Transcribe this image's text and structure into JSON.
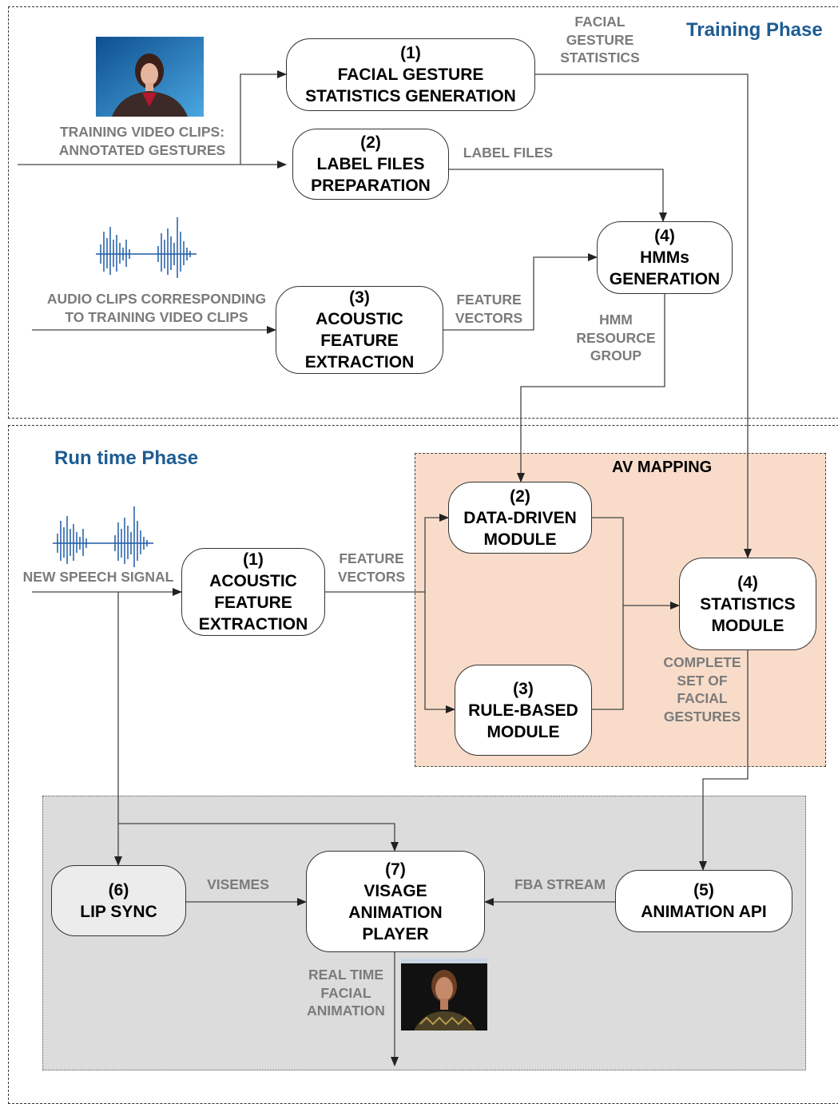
{
  "training_phase": {
    "title": "Training Phase",
    "inputs": {
      "video_label": [
        "TRAINING VIDEO CLIPS:",
        "ANNOTATED GESTURES"
      ],
      "audio_label": [
        "AUDIO CLIPS CORRESPONDING",
        "TO  TRAINING VIDEO CLIPS"
      ]
    },
    "boxes": {
      "facial_gesture_stats": {
        "num": "(1)",
        "lines": [
          "FACIAL GESTURE",
          "STATISTICS GENERATION"
        ]
      },
      "label_files": {
        "num": "(2)",
        "lines": [
          "LABEL FILES",
          "PREPARATION"
        ]
      },
      "acoustic_feature": {
        "num": "(3)",
        "lines": [
          "ACOUSTIC",
          "FEATURE",
          "EXTRACTION"
        ]
      },
      "hmms": {
        "num": "(4)",
        "lines": [
          "HMMs",
          "GENERATION"
        ]
      }
    },
    "edge_labels": {
      "facial_gesture_statistics": [
        "FACIAL",
        "GESTURE",
        "STATISTICS"
      ],
      "label_files": [
        "LABEL FILES"
      ],
      "feature_vectors": [
        "FEATURE",
        "VECTORS"
      ],
      "hmm_resource_group": [
        "HMM",
        "RESOURCE",
        "GROUP"
      ]
    }
  },
  "runtime_phase": {
    "title": "Run time Phase",
    "av_mapping_title": "AV MAPPING",
    "input_label": "NEW SPEECH SIGNAL",
    "boxes": {
      "acoustic_feature": {
        "num": "(1)",
        "lines": [
          "ACOUSTIC",
          "FEATURE",
          "EXTRACTION"
        ]
      },
      "data_driven": {
        "num": "(2)",
        "lines": [
          "DATA-DRIVEN",
          "MODULE"
        ]
      },
      "rule_based": {
        "num": "(3)",
        "lines": [
          "RULE-BASED",
          "MODULE"
        ]
      },
      "statistics": {
        "num": "(4)",
        "lines": [
          "STATISTICS",
          "MODULE"
        ]
      },
      "animation_api": {
        "num": "(5)",
        "lines": [
          "ANIMATION API"
        ]
      },
      "lip_sync": {
        "num": "(6)",
        "lines": [
          "LIP SYNC"
        ]
      },
      "visage_player": {
        "num": "(7)",
        "lines": [
          "VISAGE",
          "ANIMATION",
          "PLAYER"
        ]
      }
    },
    "edge_labels": {
      "feature_vectors": [
        "FEATURE",
        "VECTORS"
      ],
      "complete_set": [
        "COMPLETE",
        "SET OF",
        "FACIAL",
        "GESTURES"
      ],
      "visemes": [
        "VISEMES"
      ],
      "fba_stream": [
        "FBA STREAM"
      ],
      "real_time": [
        "REAL TIME",
        "FACIAL",
        "ANIMATION"
      ]
    }
  },
  "colors": {
    "phase_title": "#1d5c93",
    "av_mapping_fill": "#f8dcc9",
    "player_region_fill": "#dcdcdc",
    "edge_label": "#7b7b7b",
    "waveform": "#1f5aa6"
  }
}
